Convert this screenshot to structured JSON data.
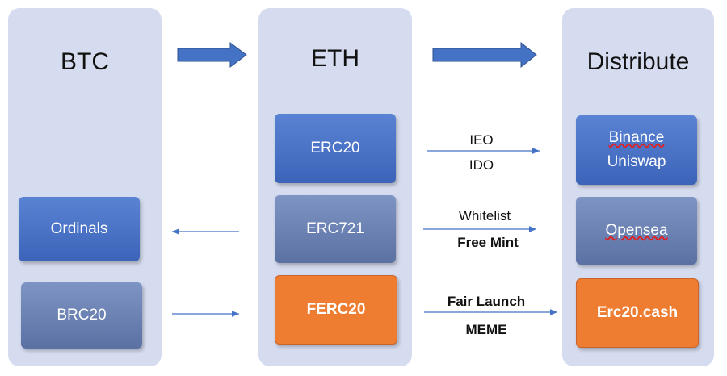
{
  "columns": {
    "btc": {
      "title": "BTC"
    },
    "eth": {
      "title": "ETH"
    },
    "distribute": {
      "title": "Distribute"
    }
  },
  "boxes": {
    "ordinals": "Ordinals",
    "brc20": "BRC20",
    "erc20": "ERC20",
    "erc721": "ERC721",
    "ferc20": "FERC20",
    "binance": "Binance",
    "uniswap": "Uniswap",
    "opensea": "Opensea",
    "erc20cash": "Erc20.cash"
  },
  "labels": {
    "ieo": "IEO",
    "ido": "IDO",
    "whitelist": "Whitelist",
    "free_mint": "Free Mint",
    "fair_launch": "Fair Launch",
    "meme": "MEME"
  },
  "colors": {
    "column_bg": "#d6dcef",
    "box_blue": "#4a72c4",
    "box_slate": "#6a80b3",
    "box_orange": "#ee7d31",
    "arrow_blue": "#4472c4"
  }
}
